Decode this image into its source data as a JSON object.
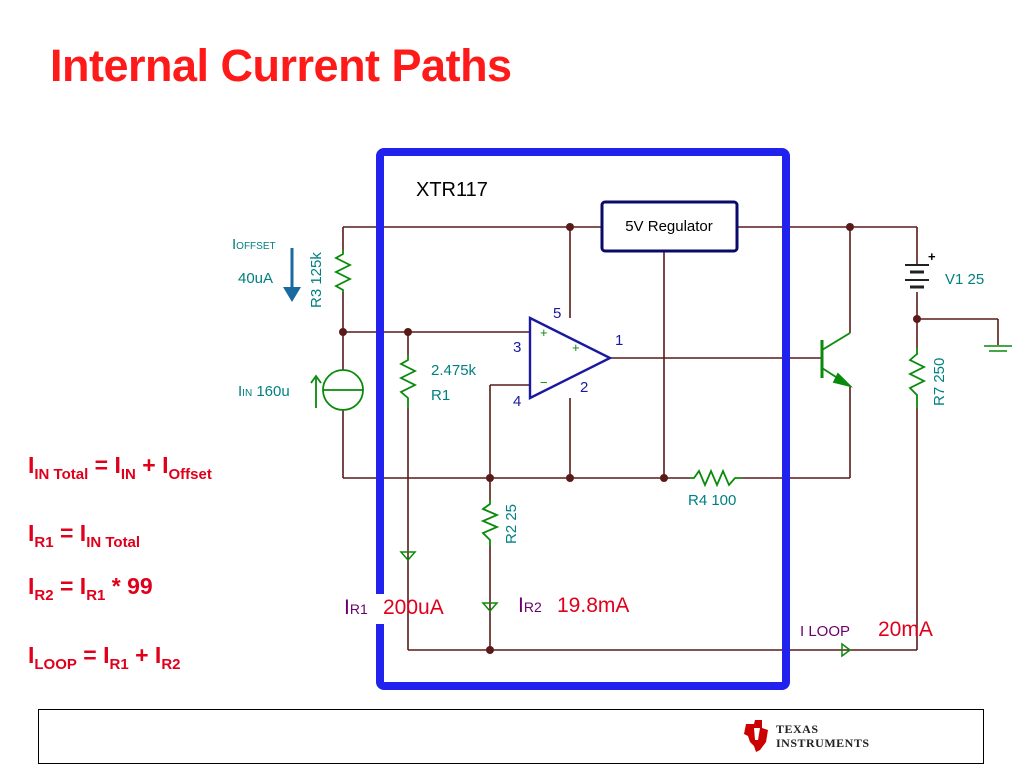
{
  "title": "Internal Current Paths",
  "colors": {
    "title": "#ff1a1a",
    "chip_border": "#2222ee",
    "wire": "#5a1a1a",
    "component": "#0a8a0a",
    "label_teal": "#008080",
    "pin_blue": "#1a1aa0",
    "value_red": "#e0001b",
    "label_purple": "#6a006a"
  },
  "chip": {
    "name": "XTR117"
  },
  "regulator": {
    "label": "5V Regulator"
  },
  "components": {
    "r3": "R3 125k",
    "r1_value": "2.475k",
    "r1_name": "R1",
    "r2": "R2 25",
    "r4": "R4 100",
    "r7": "R7 250",
    "v1": "V1 25",
    "v1_plus": "+",
    "opamp_plus": "+",
    "opamp_minus": "−"
  },
  "pins": {
    "p1": "1",
    "p2": "2",
    "p3": "3",
    "p4": "4",
    "p5": "5"
  },
  "sources": {
    "ioffset_main": "I",
    "ioffset_sub": "OFFSET",
    "ioffset_value": "40uA",
    "iin_main": "I",
    "iin_sub": "IN",
    "iin_value": "160u"
  },
  "currents": {
    "ir1_main": "I",
    "ir1_sub": "R1",
    "ir1_value": "200uA",
    "ir2_main": "I",
    "ir2_sub": "R2",
    "ir2_value": "19.8mA",
    "iloop_label": "I LOOP",
    "iloop_value": "20mA"
  },
  "equations": {
    "eq1": {
      "a": "I",
      "a_sub": "IN Total",
      "eq": " = I",
      "b_sub": "IN",
      "plus": " + I",
      "c_sub": "Offset"
    },
    "eq2": {
      "a": "I",
      "a_sub": "R1",
      "eq": " = I",
      "b_sub": "IN Total"
    },
    "eq3": {
      "a": "I",
      "a_sub": "R2",
      "eq": " = I",
      "b_sub": "R1",
      "rest": " * 99"
    },
    "eq4": {
      "a": "I",
      "a_sub": "LOOP",
      "eq": " = I",
      "b_sub": "R1",
      "plus": " + I",
      "c_sub": "R2"
    }
  },
  "logo": {
    "line1": "TEXAS",
    "line2": "INSTRUMENTS"
  }
}
